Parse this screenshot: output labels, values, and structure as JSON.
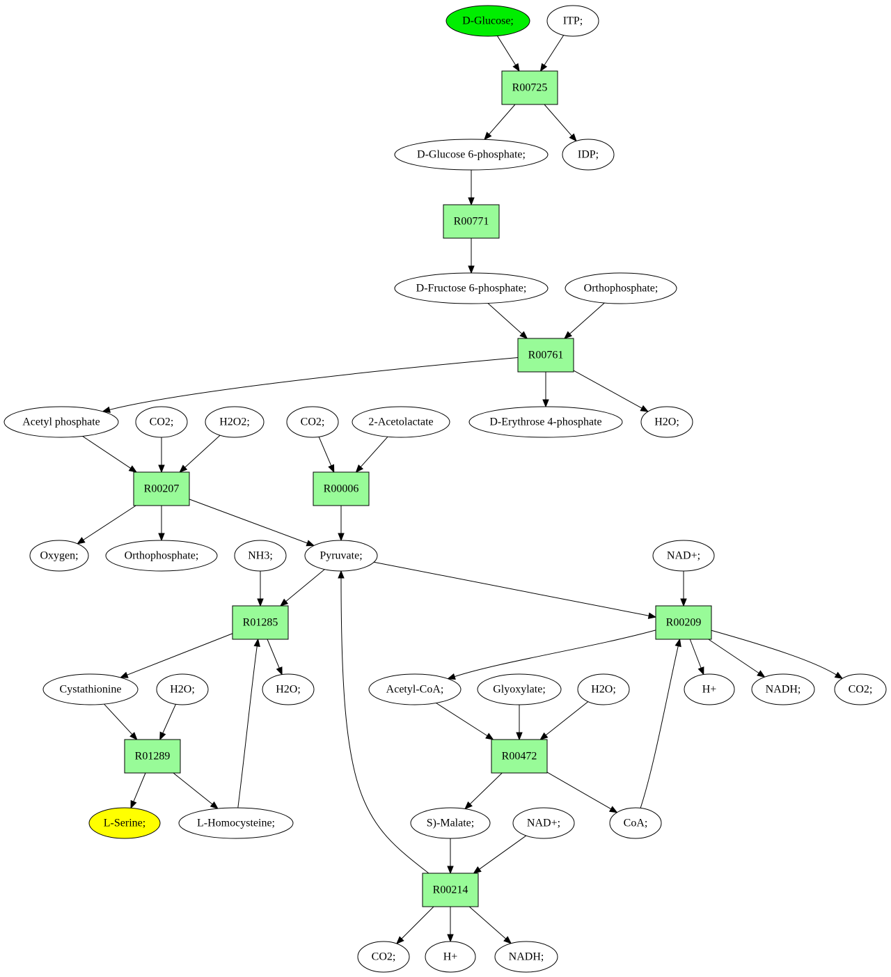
{
  "colors": {
    "start_compound": "#00ee00",
    "target_compound": "#ffff00",
    "compound": "#ffffff",
    "reaction": "#98fb98",
    "stroke": "#000000"
  },
  "compounds": {
    "c_glucose": "D-Glucose;",
    "c_itp": "ITP;",
    "c_g6p": "D-Glucose 6-phosphate;",
    "c_idp": "IDP;",
    "c_f6p": "D-Fructose 6-phosphate;",
    "c_pi1": "Orthophosphate;",
    "c_acp": "Acetyl phosphate",
    "c_co2a": "CO2;",
    "c_h2o2": "H2O2;",
    "c_co2b": "CO2;",
    "c_acl": "2-Acetolactate",
    "c_e4p": "D-Erythrose 4-phosphate",
    "c_h2oa": "H2O;",
    "c_oxygen": "Oxygen;",
    "c_pi2": "Orthophosphate;",
    "c_nh3": "NH3;",
    "c_pyr": "Pyruvate;",
    "c_nad1": "NAD+;",
    "c_cysta": "Cystathionine",
    "c_h2ob": "H2O;",
    "c_h2oc": "H2O;",
    "c_accoa": "Acetyl-CoA;",
    "c_glyox": "Glyoxylate;",
    "c_h2od": "H2O;",
    "c_hplus1": "H+",
    "c_nadh1": "NADH;",
    "c_co2c": "CO2;",
    "c_ser": "L-Serine;",
    "c_hcys": "L-Homocysteine;",
    "c_malate": "S)-Malate;",
    "c_nad2": "NAD+;",
    "c_coa": "CoA;",
    "c_co2d": "CO2;",
    "c_hplus2": "H+",
    "c_nadh2": "NADH;"
  },
  "reactions": {
    "r_R00725": "R00725",
    "r_R00771": "R00771",
    "r_R00761": "R00761",
    "r_R00207": "R00207",
    "r_R00006": "R00006",
    "r_R01285": "R01285",
    "r_R00209": "R00209",
    "r_R01289": "R01289",
    "r_R00472": "R00472",
    "r_R00214": "R00214"
  }
}
